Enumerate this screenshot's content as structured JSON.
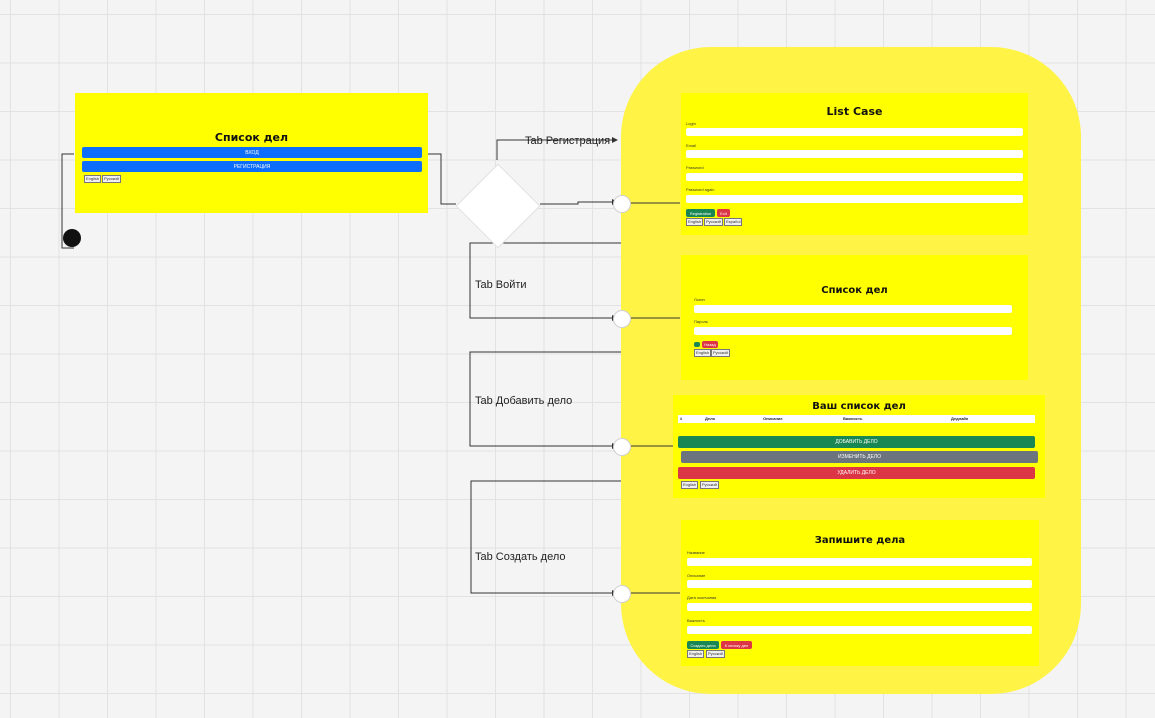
{
  "connectors": {
    "registration_tab": "Tab Регистрация",
    "login_tab": "Tab Войти",
    "add_task_tab": "Tab Добавить дело",
    "create_task_tab": "Tab Создать дело"
  },
  "start_frame": {
    "title": "Список дел",
    "btn_primary": "ВХОД",
    "btn_secondary": "РЕГИСТРАЦИЯ",
    "langs": [
      "English",
      "Русский"
    ]
  },
  "register_frame": {
    "title": "List Case",
    "labels": [
      "Login",
      "Email",
      "Password",
      "Password again"
    ],
    "btn_register": "Registration",
    "btn_exit": "Exit",
    "langs": [
      "English",
      "Русский",
      "Español"
    ]
  },
  "login_frame": {
    "title": "Список дел",
    "labels": [
      "Логин",
      "Пароль"
    ],
    "btn_back": "Назад",
    "langs": [
      "English",
      "Русский"
    ]
  },
  "list_frame": {
    "title": "Ваш список дел",
    "columns": [
      "#",
      "Дело",
      "Описание",
      "Важность",
      "Дедлайн"
    ],
    "btn_add": "ДОБАВИТЬ ДЕЛО",
    "btn_edit": "ИЗМЕНИТЬ ДЕЛО",
    "btn_delete": "УДАЛИТЬ ДЕЛО",
    "langs": [
      "English",
      "Русский"
    ]
  },
  "create_frame": {
    "title": "Запишите дела",
    "labels": [
      "Название",
      "Описание",
      "Дата окончания",
      "Важность"
    ],
    "btn_create": "Создать дело",
    "btn_back": "К списку дел",
    "langs": [
      "English",
      "Русский"
    ]
  },
  "colors": {
    "frame_yellow": "#ffff00",
    "group_yellow": "#fff345",
    "blue": "#0d6efd",
    "green": "#198754",
    "red": "#dc3545",
    "gray": "#6c757d"
  }
}
